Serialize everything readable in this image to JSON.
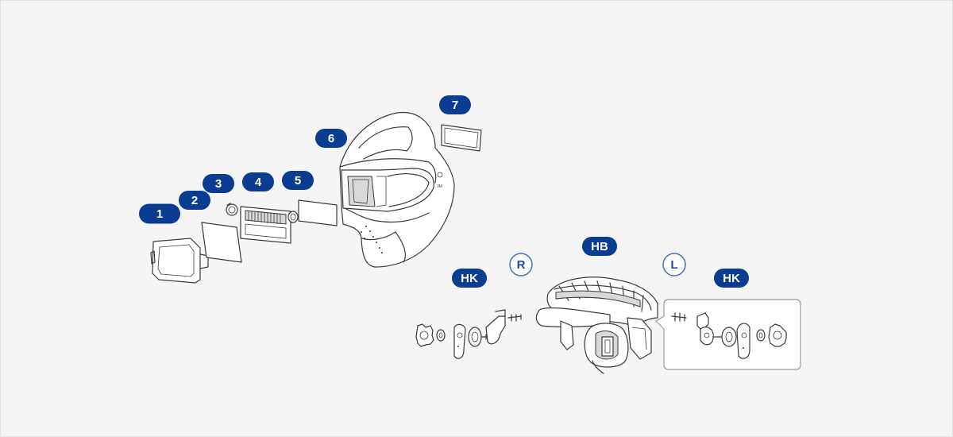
{
  "callouts": [
    {
      "id": "1",
      "label": "1"
    },
    {
      "id": "2",
      "label": "2"
    },
    {
      "id": "3",
      "label": "3"
    },
    {
      "id": "4",
      "label": "4"
    },
    {
      "id": "5",
      "label": "5"
    },
    {
      "id": "6",
      "label": "6"
    },
    {
      "id": "7",
      "label": "7"
    },
    {
      "id": "hk-right",
      "label": "HK"
    },
    {
      "id": "hb",
      "label": "HB"
    },
    {
      "id": "hk-left",
      "label": "HK"
    }
  ],
  "side_markers": {
    "right": "R",
    "left": "L"
  },
  "colors": {
    "pill": "#0a3d91",
    "circle_outline": "#3f6fb5",
    "line": "#3a3a3a",
    "background": "#f5f5f5"
  }
}
